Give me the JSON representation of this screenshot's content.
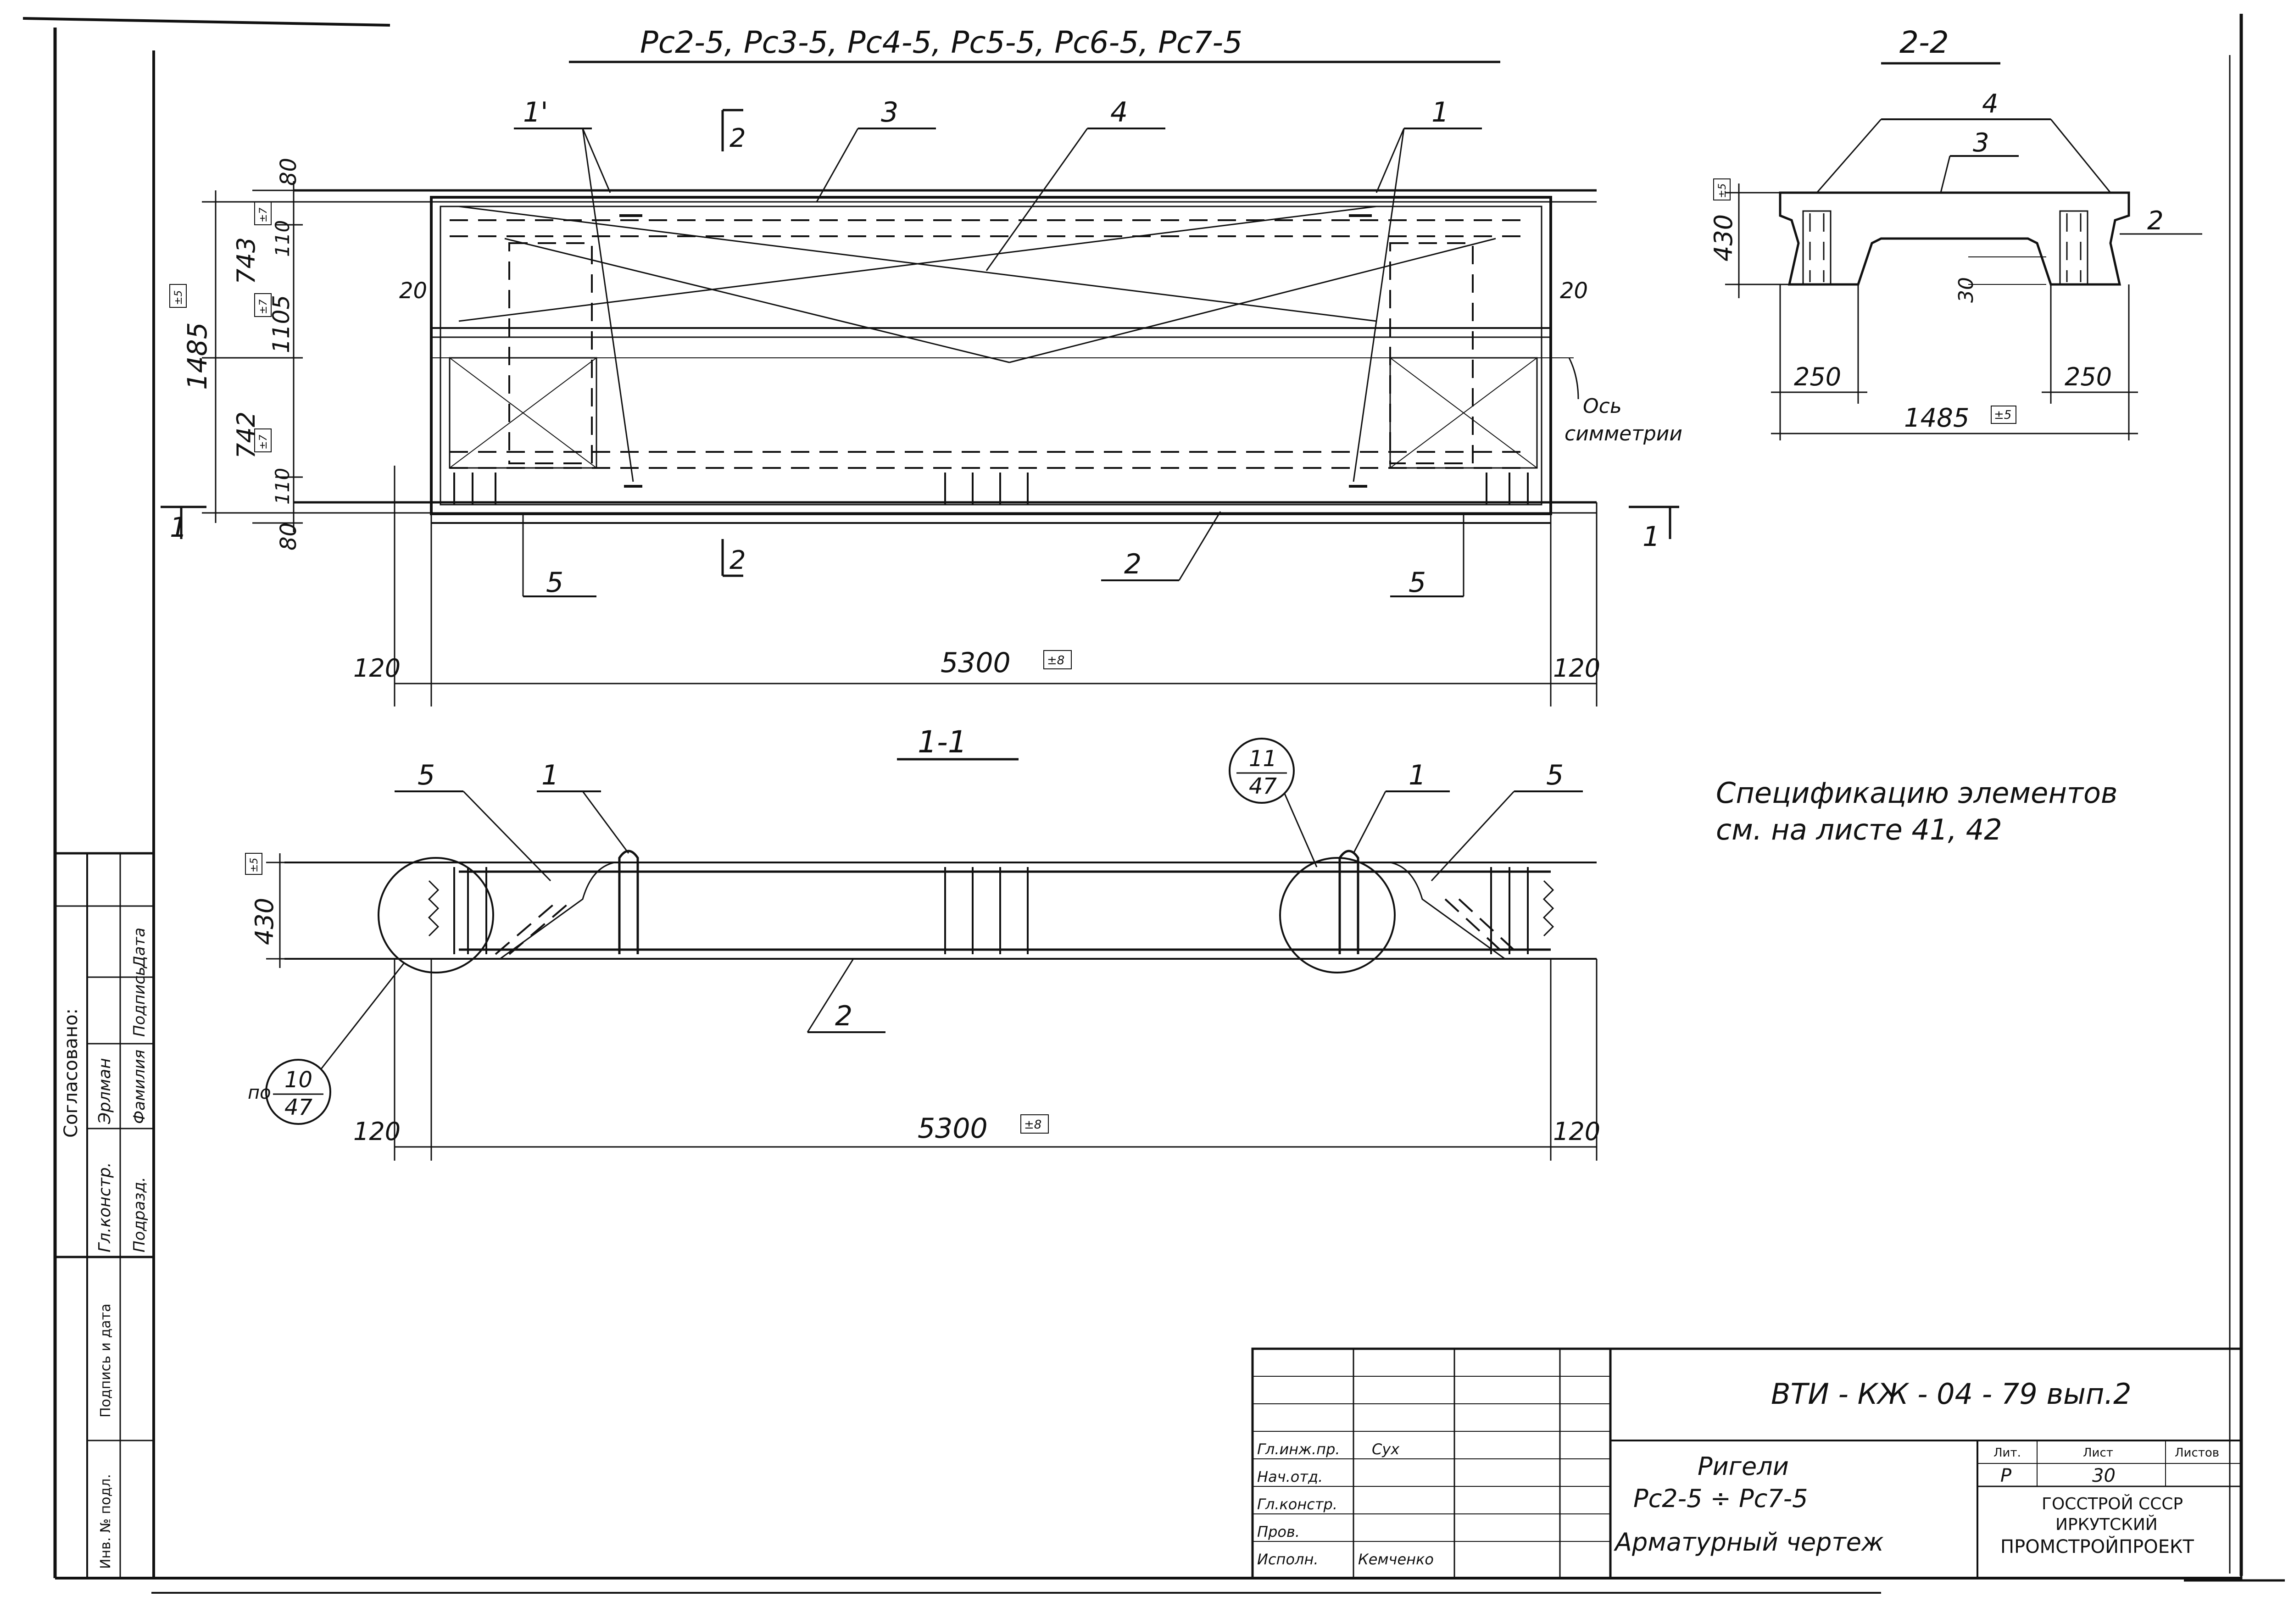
{
  "drawing": {
    "plan_title": "Pc2-5, Pc3-5, Pc4-5, Pc5-5, Pc6-5, Pc7-5",
    "section_1_1": "1-1",
    "section_2_2": "2-2",
    "axis_label_line1": "Ось",
    "axis_label_line2": "симметрии",
    "cut_1": "1",
    "cut_2": "2",
    "positions": {
      "p1": "1",
      "p1p": "1'",
      "p2": "2",
      "p3": "3",
      "p4": "4",
      "p5": "5"
    },
    "dims": {
      "d80": "80",
      "d743": "743",
      "d742": "742",
      "d110": "110",
      "d1105": "1105",
      "d1485": "1485",
      "d20": "20",
      "d120": "120",
      "d5300": "5300",
      "d430": "430",
      "d250": "250",
      "d30": "30",
      "tol5": "±5",
      "tol7": "±7",
      "tol8": "±8"
    },
    "callout_11": "11",
    "callout_10": "10",
    "callout_sheet": "47",
    "callout_po": "по",
    "spec_line1": "Спецификацию элементов",
    "spec_line2": "см. на листе 41, 42"
  },
  "side_stamp": {
    "title": "Согласовано:",
    "c1": "Гл.констр.",
    "c2": "Эрлман",
    "c3": "Подразд.",
    "c4": "Фамилия",
    "c5": "Подпись",
    "c6": "Дата",
    "inv1": "Подпись и дата",
    "inv2": "Инв. № подл."
  },
  "title_block": {
    "code": "ВТИ - КЖ - 04 - 79 вып.2",
    "name_line1": "Ригели",
    "name_line2": "Рс2-5 ÷ Рс7-5",
    "name_line3": "Арматурный чертеж",
    "stage_label": "Лит.",
    "sheet_label": "Лист",
    "sheets_label": "Листов",
    "stage": "Р",
    "sheet": "30",
    "org_line1": "ГОССТРОЙ СССР",
    "org_line2": "ИРКУТСКИЙ",
    "org_line3": "ПРОМСТРОЙПРОЕКТ",
    "rows": [
      "Гл.инж.пр.",
      "Нач.отд.",
      "Гл.констр.",
      "Пров.",
      "Исполн."
    ],
    "names": [
      "Сух",
      "",
      "",
      "",
      "Кемченко"
    ]
  }
}
